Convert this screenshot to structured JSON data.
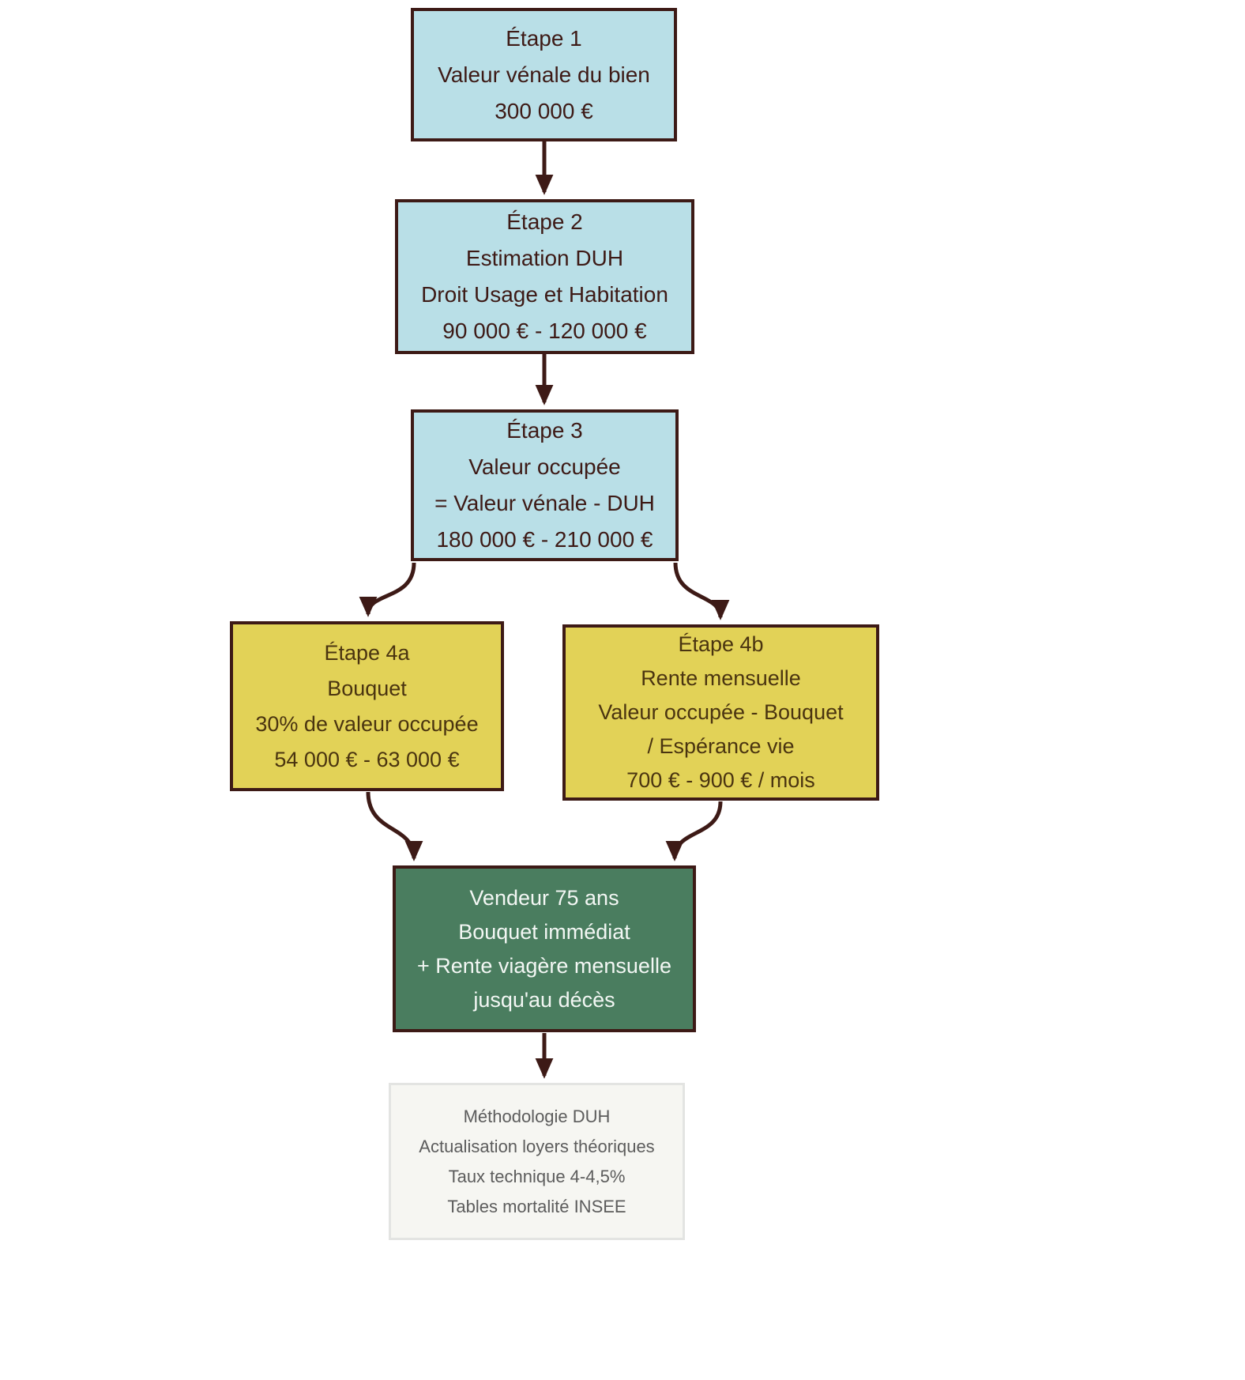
{
  "diagram": {
    "type": "flowchart",
    "orientation": "top-to-bottom",
    "colors": {
      "blue_fill": "#b9dfe7",
      "yellow_fill": "#e2d257",
      "green_fill": "#4a7d5f",
      "note_fill": "#f6f6f2",
      "note_border": "#e3e4e2",
      "stroke": "#3d1a16",
      "blue_text": "#3d1a16",
      "yellow_text": "#4a3410",
      "green_text": "#f3f7f4",
      "note_text": "#5c5c5c",
      "background": "#ffffff"
    },
    "nodes": {
      "etape1": {
        "id": "etape1",
        "style": "blue",
        "lines": [
          "Étape 1",
          "Valeur vénale du bien",
          "300 000 €"
        ],
        "line1": "Étape 1",
        "line2": "Valeur vénale du bien",
        "line3": "300 000 €"
      },
      "etape2": {
        "id": "etape2",
        "style": "blue",
        "lines": [
          "Étape 2",
          "Estimation DUH",
          "Droit Usage et Habitation",
          "90 000 € - 120 000 €"
        ],
        "line1": "Étape 2",
        "line2": "Estimation DUH",
        "line3": "Droit Usage et Habitation",
        "line4": "90 000 € - 120 000 €"
      },
      "etape3": {
        "id": "etape3",
        "style": "blue",
        "lines": [
          "Étape 3",
          "Valeur occupée",
          "= Valeur vénale - DUH",
          "180 000 € - 210 000 €"
        ],
        "line1": "Étape 3",
        "line2": "Valeur occupée",
        "line3": "= Valeur vénale - DUH",
        "line4": "180 000 € - 210 000 €"
      },
      "etape4a": {
        "id": "etape4a",
        "style": "yellow",
        "lines": [
          "Étape 4a",
          "Bouquet",
          "30% de valeur occupée",
          "54 000 € - 63 000 €"
        ],
        "line1": "Étape 4a",
        "line2": "Bouquet",
        "line3": "30% de valeur occupée",
        "line4": "54 000 € - 63 000 €"
      },
      "etape4b": {
        "id": "etape4b",
        "style": "yellow",
        "lines": [
          "Étape 4b",
          "Rente mensuelle",
          "Valeur occupée - Bouquet",
          "/ Espérance vie",
          "700 € - 900 € / mois"
        ],
        "line1": "Étape 4b",
        "line2": "Rente mensuelle",
        "line3": "Valeur occupée - Bouquet",
        "line4": "/ Espérance vie",
        "line5": "700 € - 900 € / mois"
      },
      "resultat": {
        "id": "resultat",
        "style": "green",
        "lines": [
          "Vendeur 75 ans",
          "Bouquet immédiat",
          "+ Rente viagère mensuelle",
          "jusqu'au décès"
        ],
        "line1": "Vendeur 75 ans",
        "line2": "Bouquet immédiat",
        "line3": "+ Rente viagère mensuelle",
        "line4": "jusqu'au décès"
      },
      "methodologie": {
        "id": "methodologie",
        "style": "note",
        "lines": [
          "Méthodologie DUH",
          "Actualisation loyers théoriques",
          "Taux technique 4-4,5%",
          "Tables mortalité INSEE"
        ],
        "line1": "Méthodologie DUH",
        "line2": "Actualisation loyers théoriques",
        "line3": "Taux technique 4-4,5%",
        "line4": "Tables mortalité INSEE"
      }
    },
    "edges": [
      {
        "from": "etape1",
        "to": "etape2",
        "shape": "straight"
      },
      {
        "from": "etape2",
        "to": "etape3",
        "shape": "straight"
      },
      {
        "from": "etape3",
        "to": "etape4a",
        "shape": "curve-left"
      },
      {
        "from": "etape3",
        "to": "etape4b",
        "shape": "curve-right"
      },
      {
        "from": "etape4a",
        "to": "resultat",
        "shape": "curve-right"
      },
      {
        "from": "etape4b",
        "to": "resultat",
        "shape": "curve-left"
      },
      {
        "from": "resultat",
        "to": "methodologie",
        "shape": "straight"
      }
    ]
  }
}
